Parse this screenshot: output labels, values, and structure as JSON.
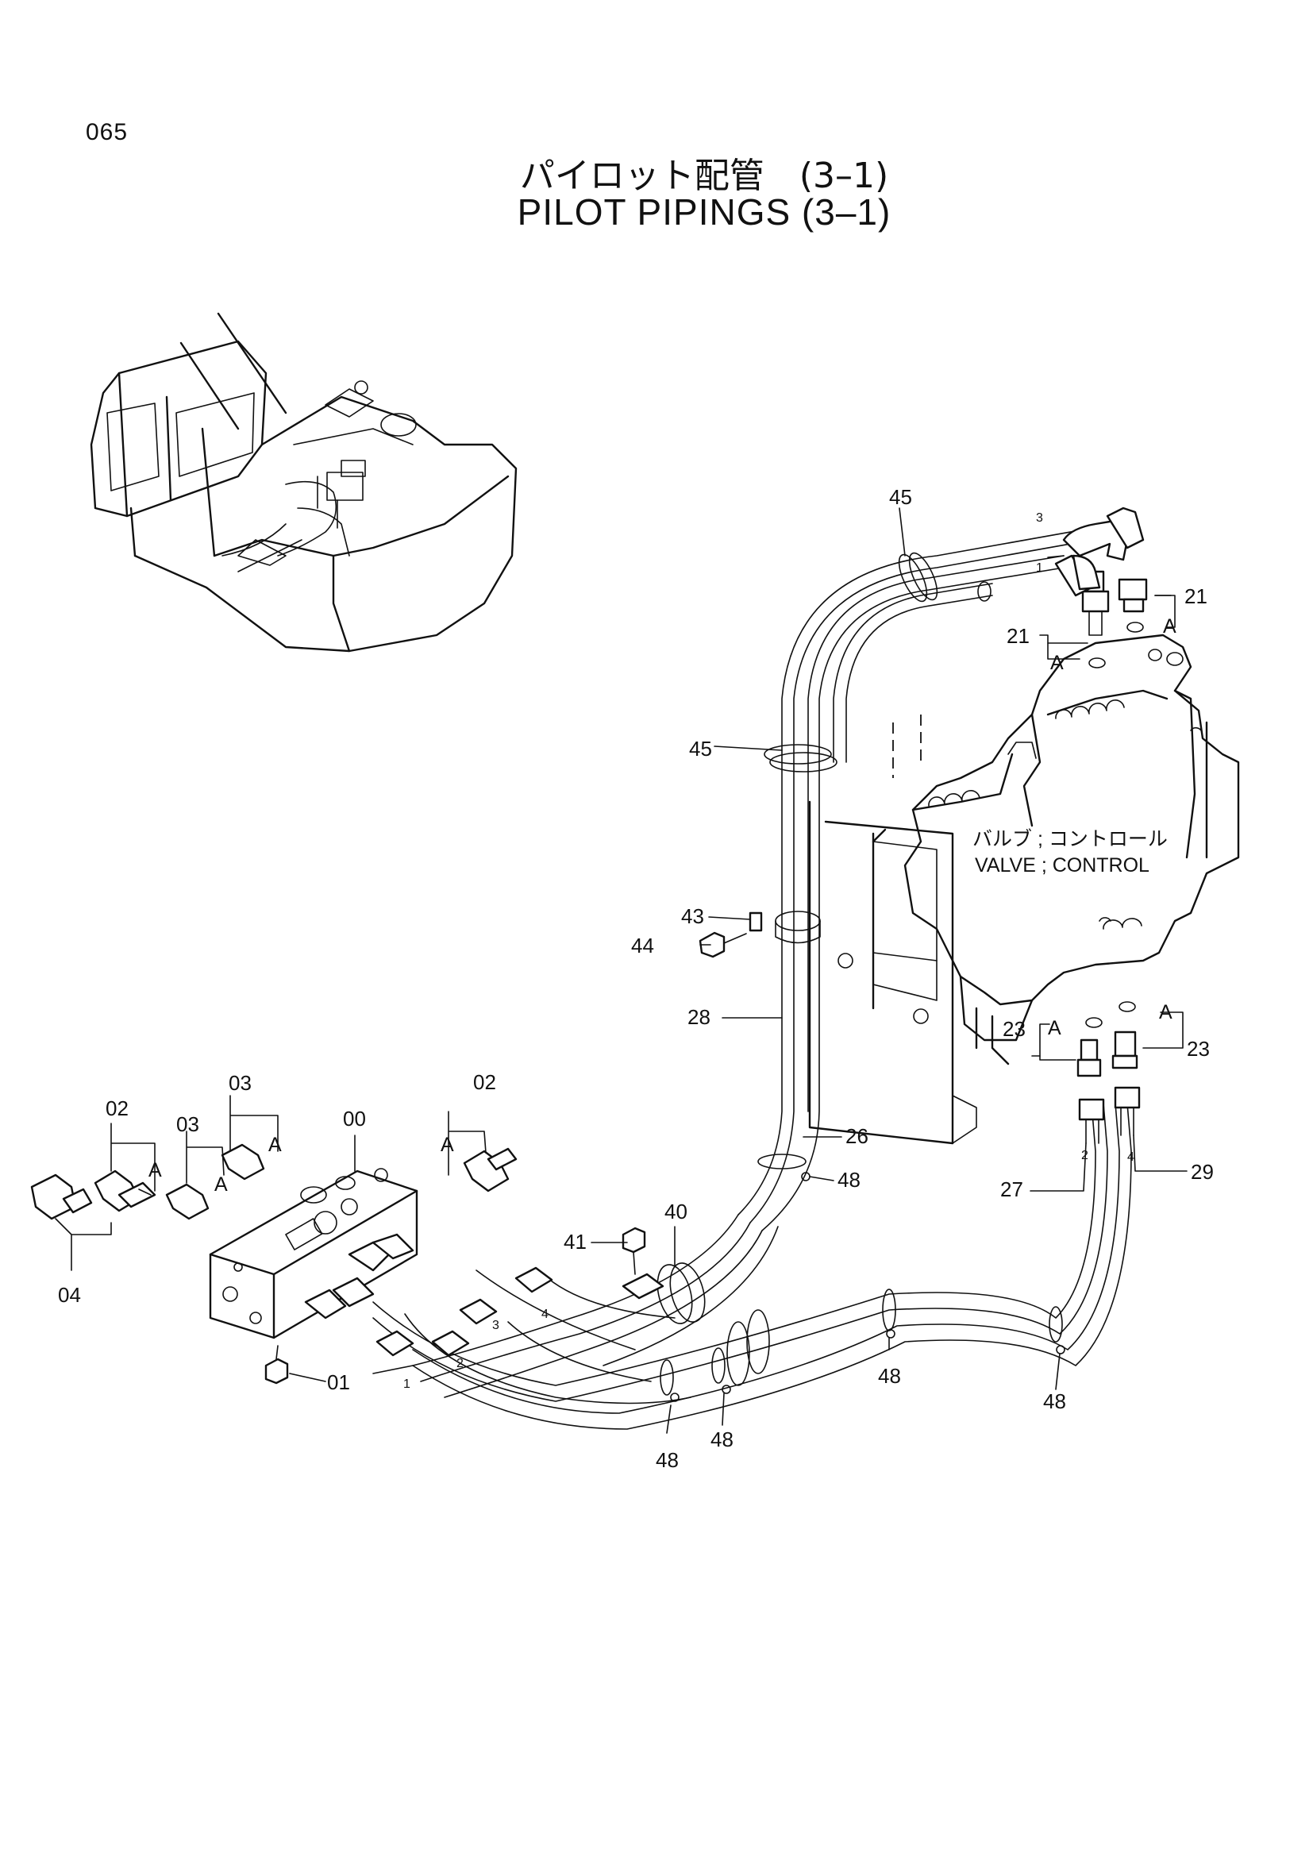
{
  "page_number": "065",
  "title_jp": "パイロット配管　(3–1)",
  "title_en": "PILOT  PIPINGS  (3–1)",
  "valve_label_jp": "バルブ ; コントロール",
  "valve_label_en": "VALVE ; CONTROL",
  "callouts": {
    "c45a": "45",
    "c45b": "45",
    "c21a": "21",
    "c21b": "21",
    "c43": "43",
    "c44": "44",
    "c28": "28",
    "c26": "26",
    "c48a": "48",
    "c48b": "48",
    "c48c": "48",
    "c48d": "48",
    "c48e": "48",
    "c23a": "23",
    "c23b": "23",
    "c27": "27",
    "c29": "29",
    "c41": "41",
    "c40": "40",
    "c00": "00",
    "c01": "01",
    "c02a": "02",
    "c02b": "02",
    "c03a": "03",
    "c03b": "03",
    "c04": "04"
  },
  "detail_marks": {
    "a1": "A",
    "a2": "A",
    "a3": "A",
    "a4": "A",
    "a5": "A",
    "a6": "A",
    "a7": "A",
    "a8": "A"
  },
  "port_numbers": {
    "p1": "1",
    "p2": "2",
    "p3": "3",
    "p4": "4",
    "t1": "1",
    "t2": "2",
    "t3": "3",
    "t4": "4"
  }
}
